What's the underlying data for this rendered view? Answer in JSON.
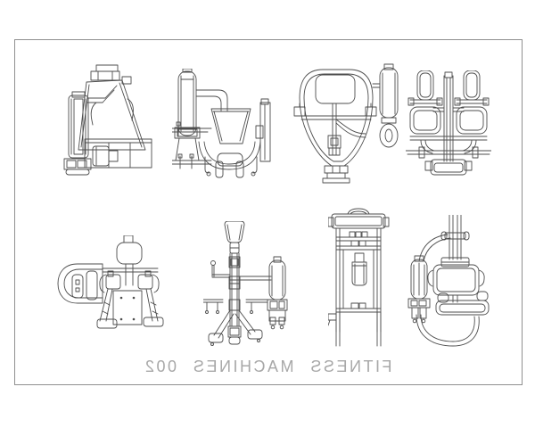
{
  "theme": {
    "background": "#ffffff",
    "border-color": "#8f8f8f",
    "line-color": "#4d4d4d",
    "title-color": "#a8a8a8"
  },
  "title": {
    "text": "FITNESS MACHINES 002"
  },
  "drawings": [
    {
      "name": "shoulder-press-machine-drawing"
    },
    {
      "name": "pec-fly-machine-drawing"
    },
    {
      "name": "bicep-curl-machine-drawing"
    },
    {
      "name": "twin-seat-abductor-machine-drawing"
    },
    {
      "name": "calf-raise-machine-drawing"
    },
    {
      "name": "rotary-torso-machine-drawing"
    },
    {
      "name": "weight-stack-tower-drawing"
    },
    {
      "name": "lat-pulldown-machine-drawing"
    }
  ]
}
